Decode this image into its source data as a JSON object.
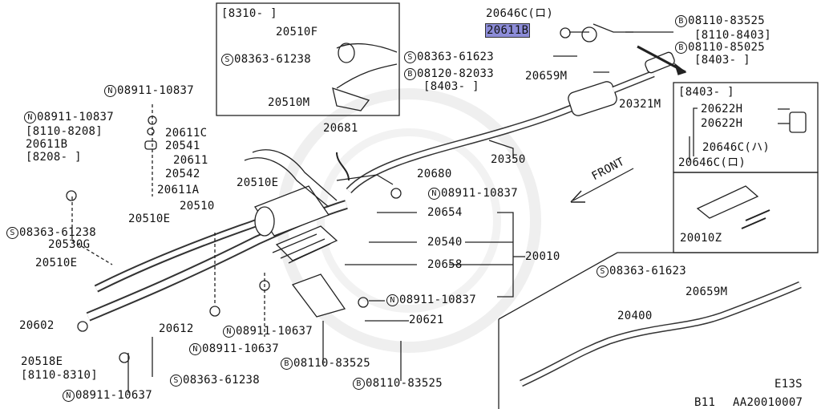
{
  "diagram": {
    "code_right": "E13S",
    "model": "B11",
    "figure_code": "AA20010007",
    "front_label": "FRONT",
    "highlight_color": "#8c8cd8"
  },
  "inset_top": {
    "date": "[8310-    ]",
    "part_a": "20510F",
    "bolt_prefix": "S",
    "bolt": "08363-61238",
    "part_b": "20510M"
  },
  "inset_right": {
    "date": "[8403-    ]",
    "p1": "20622H",
    "p2": "20622H",
    "p3": "20646C(ハ)",
    "p4": "20646C(ロ)"
  },
  "inset_kit": {
    "part": "20010Z"
  },
  "labels": {
    "p_20646C_ro": "20646C(ロ)",
    "p_20611B_hl": "20611B",
    "b1_prefix": "B",
    "b1": "08110-83525",
    "b1_date": "[8110-8403]",
    "b2_prefix": "B",
    "b2": "08110-85025",
    "b2_date": "[8403-    ]",
    "s1_prefix": "S",
    "s1": "08363-61623",
    "b3_prefix": "B",
    "b3": "08120-82033",
    "b3_date": "[8403-    ]",
    "p_20659M": "20659M",
    "p_20321M": "20321M",
    "n1_prefix": "N",
    "n1": "08911-10837",
    "n2_prefix": "N",
    "n2": "08911-10837",
    "n2_date": "[8110-8208]",
    "p_20611B": "20611B",
    "p_20611B_date": "[8208-    ]",
    "p_20611C": "20611C",
    "p_20541": "20541",
    "p_20611": "20611",
    "p_20542": "20542",
    "p_20611A": "20611A",
    "p_20681": "20681",
    "p_20350": "20350",
    "p_20680": "20680",
    "n3_prefix": "N",
    "n3": "08911-10837",
    "p_20510E_a": "20510E",
    "p_20510": "20510",
    "p_20510E_b": "20510E",
    "s2_prefix": "S",
    "s2": "08363-61238",
    "p_20530G": "20530G",
    "p_20510E_c": "20510E",
    "p_20654": "20654",
    "p_20540": "20540",
    "p_20658": "20658",
    "p_20010": "20010",
    "n4_prefix": "N",
    "n4": "08911-10837",
    "p_20621": "20621",
    "p_20602": "20602",
    "p_20612": "20612",
    "n5_prefix": "N",
    "n5": "08911-10637",
    "n6_prefix": "N",
    "n6": "08911-10637",
    "p_20518E": "20518E",
    "p_20518E_date": "[8110-8310]",
    "b4_prefix": "B",
    "b4": "08110-83525",
    "b5_prefix": "B",
    "b5": "08110-83525",
    "s3_prefix": "S",
    "s3": "08363-61238",
    "n7_prefix": "N",
    "n7": "08911-10637",
    "s4_prefix": "S",
    "s4": "08363-61623",
    "p_20659M_b": "20659M",
    "p_20400": "20400"
  }
}
